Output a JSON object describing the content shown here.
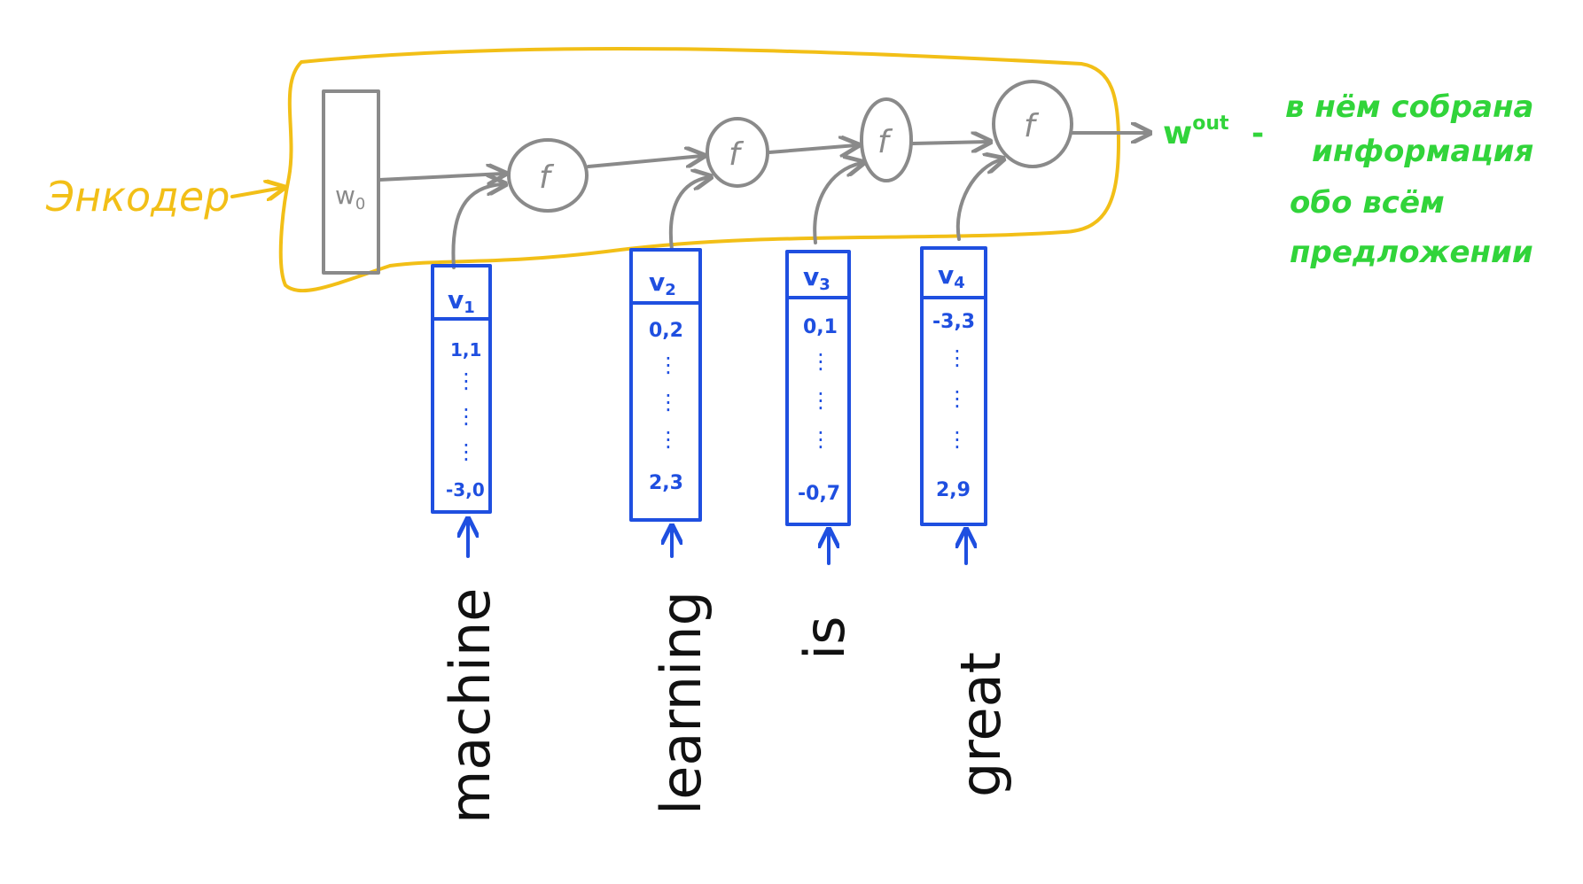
{
  "colors": {
    "encoder_outline": "#f2bf17",
    "rnn_gray": "#8a8a8a",
    "vector_blue": "#1f4fe0",
    "annotation_green": "#31d43a",
    "word_black": "#111111"
  },
  "encoder_label": "Энкодер",
  "initial_state": {
    "label": "w",
    "subscript": "0"
  },
  "cell_function": "f",
  "output": {
    "label": "w",
    "superscript": "out",
    "dash": "-",
    "annotation": [
      "в нём собрана",
      "информация",
      "обо всём",
      "предложении"
    ]
  },
  "tokens": [
    {
      "word": "machine",
      "vector_name": "v",
      "vector_index": "1",
      "first_value": "1,1",
      "last_value": "-3,0"
    },
    {
      "word": "learning",
      "vector_name": "v",
      "vector_index": "2",
      "first_value": "0,2",
      "last_value": "2,3"
    },
    {
      "word": "is",
      "vector_name": "v",
      "vector_index": "3",
      "first_value": "0,1",
      "last_value": "-0,7"
    },
    {
      "word": "great",
      "vector_name": "v",
      "vector_index": "4",
      "first_value": "-3,3",
      "last_value": "2,9"
    }
  ]
}
